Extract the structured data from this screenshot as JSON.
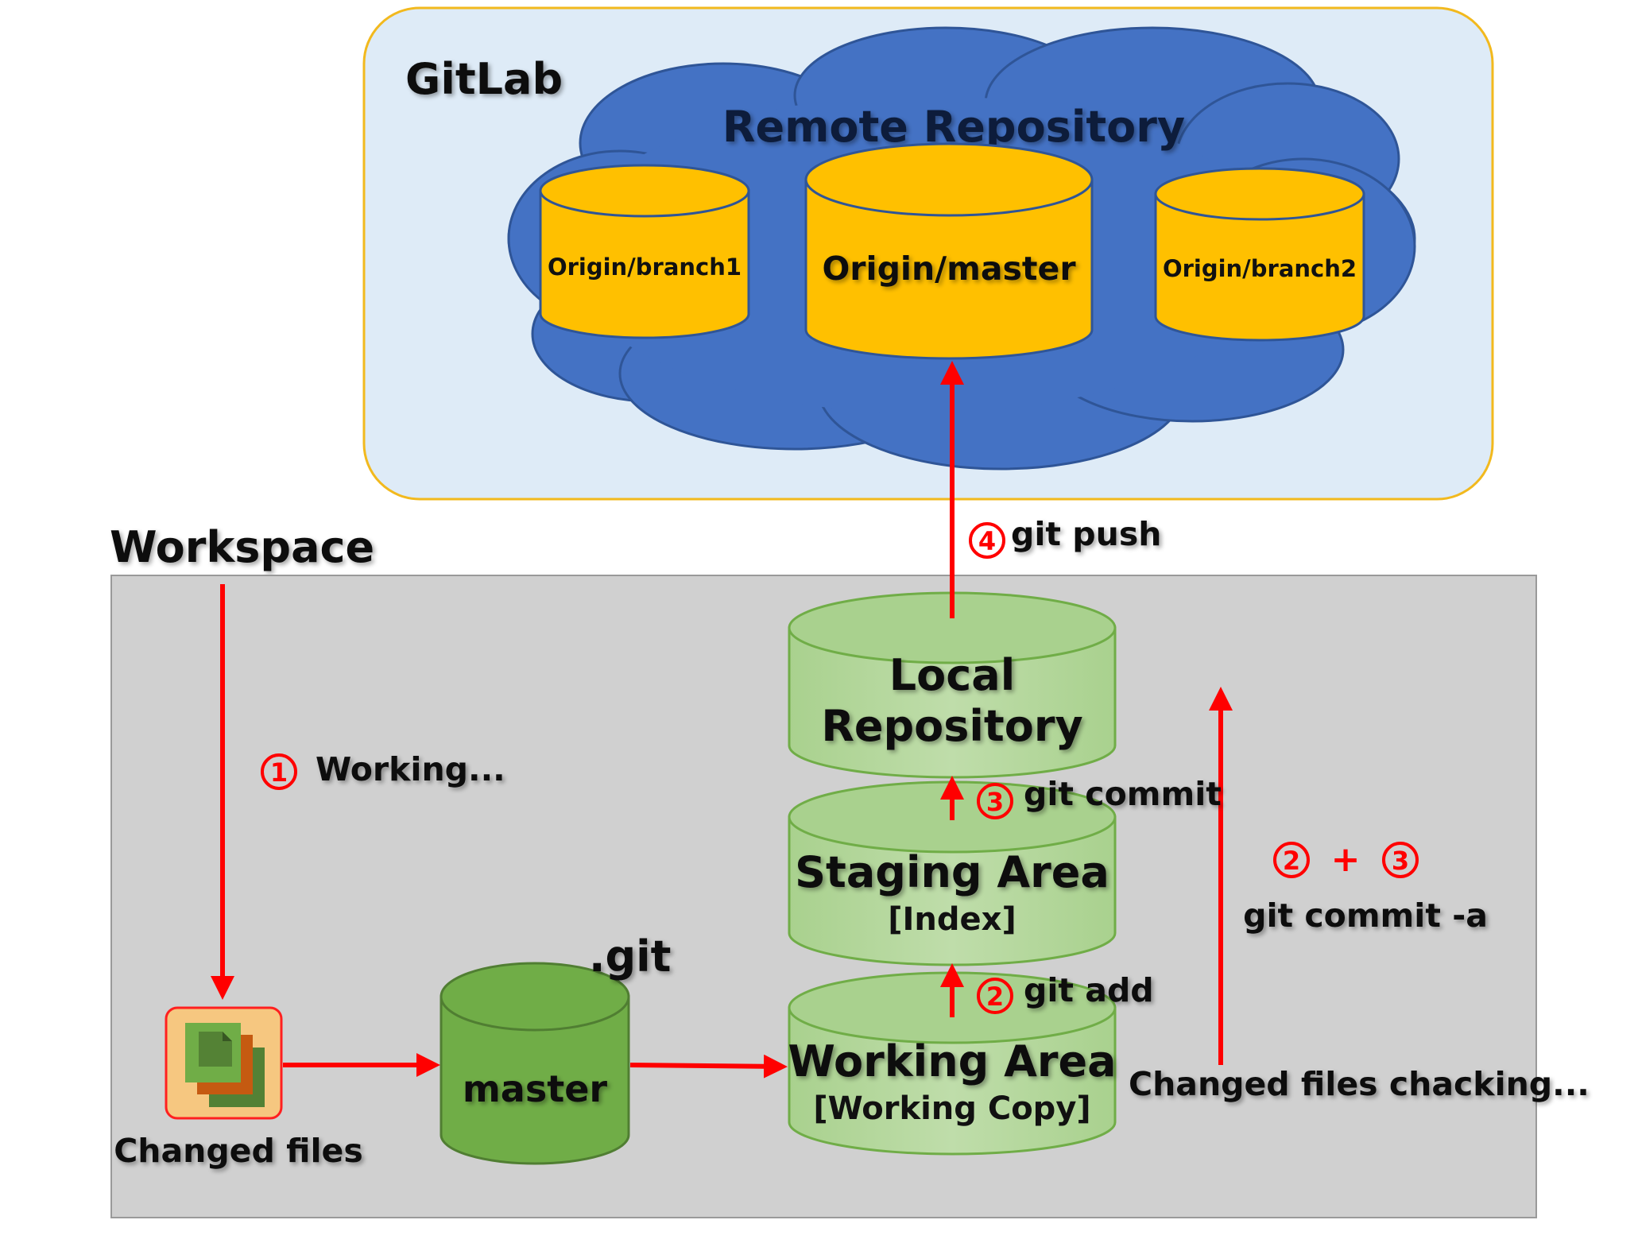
{
  "gitlab": {
    "label": "GitLab"
  },
  "remote": {
    "title": "Remote Repository",
    "branches": {
      "branch1": "Origin/branch1",
      "master": "Origin/master",
      "branch2": "Origin/branch2"
    }
  },
  "workspace": {
    "label": "Workspace"
  },
  "local_repo": {
    "line1": "Local",
    "line2": "Repository"
  },
  "staging": {
    "line1": "Staging Area",
    "line2": "[Index]"
  },
  "working_area": {
    "line1": "Working Area",
    "line2": "[Working Copy]"
  },
  "git_dir": {
    "label": ".git",
    "branch": "master"
  },
  "changed_files": {
    "label": "Changed files"
  },
  "steps": {
    "s1": {
      "num": "1",
      "text": "Working..."
    },
    "s2": {
      "num": "2",
      "text": "git add"
    },
    "s3": {
      "num": "3",
      "text": "git commit"
    },
    "s4": {
      "num": "4",
      "text": "git push"
    },
    "combo": {
      "num_a": "2",
      "plus": "+",
      "num_b": "3",
      "text": "git commit -a"
    },
    "checking": "Changed files chacking..."
  },
  "colors": {
    "cloud": "#4472C4",
    "cylinder_gold": "#FFC000",
    "cylinder_green": "#A9D18E",
    "cylinder_dark_green": "#70AD47",
    "arrow_red": "#FF0000",
    "gitlab_panel": "#DEEBF7",
    "workspace_panel": "#D0D0D0"
  },
  "icons": {
    "changed_files": "documents-stack-icon"
  }
}
